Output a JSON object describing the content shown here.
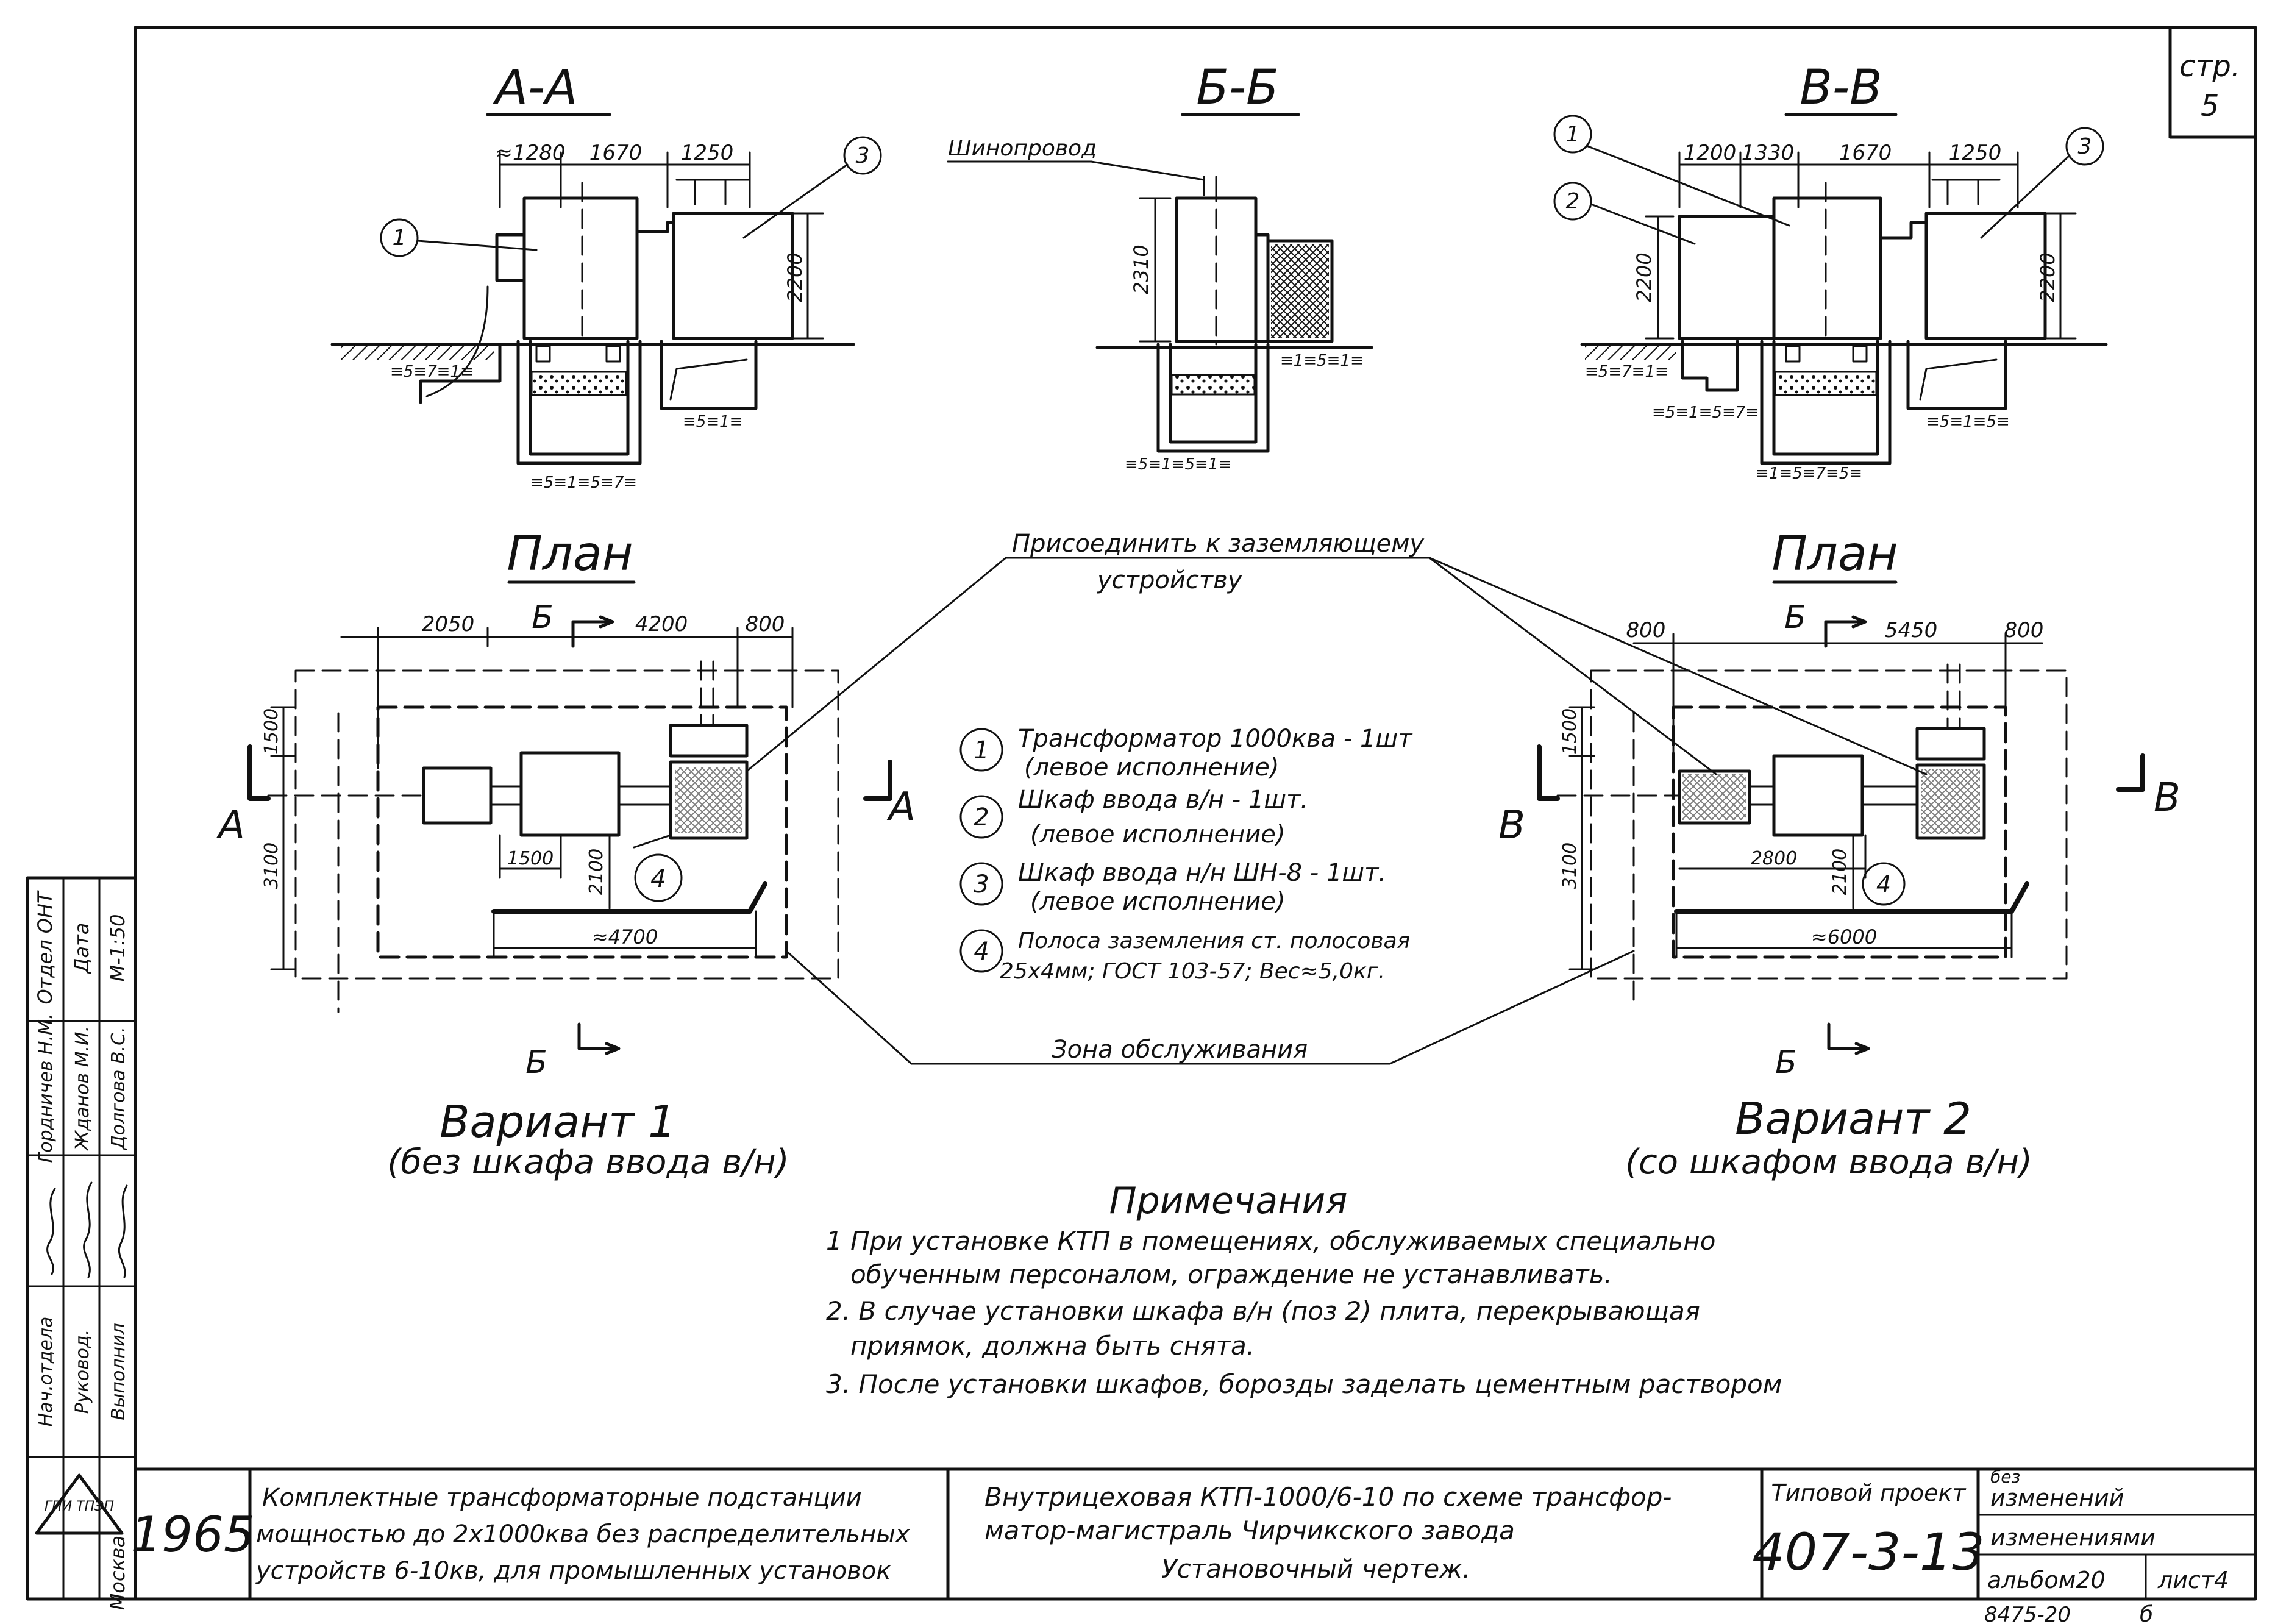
{
  "sheet": {
    "page_label": "стр.",
    "page_number": "5"
  },
  "sections": {
    "a_a": {
      "title": "А-А",
      "dims": [
        "≈1280",
        "1670",
        "1250",
        "2200"
      ]
    },
    "b_b": {
      "title": "Б-Б",
      "busway_label": "Шинопровод",
      "dims": [
        "2310"
      ]
    },
    "v_v": {
      "title": "В-В",
      "dims": [
        "1200",
        "1330",
        "1670",
        "1250",
        "2200",
        "2200"
      ]
    }
  },
  "plan1": {
    "title": "План",
    "dims": [
      "2050",
      "4200",
      "800",
      "1500",
      "3100",
      "1500",
      "2100",
      "≈4700"
    ],
    "cut_top": "Б",
    "cut_bottom": "Б",
    "cut_left": "А",
    "cut_right": "А",
    "variant": "Вариант 1",
    "variant_sub": "(без шкафа ввода в/н)"
  },
  "plan2": {
    "title": "План",
    "dims": [
      "800",
      "5450",
      "800",
      "1500",
      "3100",
      "2800",
      "2100",
      "≈6000"
    ],
    "cut_top": "Б",
    "cut_bottom": "Б",
    "cut_left": "В",
    "cut_right": "В",
    "variant": "Вариант 2",
    "variant_sub": "(со шкафом ввода в/н)"
  },
  "callouts": {
    "ground_line1": "Присоединить к заземляющему",
    "ground_line2": "устройству",
    "service_zone": "Зона обслуживания"
  },
  "legend": [
    {
      "num": "1",
      "line1": "Трансформатор 1000ква - 1шт",
      "line2": "(левое исполнение)"
    },
    {
      "num": "2",
      "line1": "Шкаф ввода в/н - 1шт.",
      "line2": "(левое исполнение)"
    },
    {
      "num": "3",
      "line1": "Шкаф ввода н/н ШН-8 - 1шт.",
      "line2": "(левое исполнение)"
    },
    {
      "num": "4",
      "line1": "Полоса заземления ст. полосовая",
      "line2": "25х4мм; ГОСТ 103-57; Вес≈5,0кг."
    }
  ],
  "notes": {
    "title": "Примечания",
    "lines": [
      "1 При установке КТП в помещениях, обслуживаемых специально",
      "обученным персоналом, ограждение не устанавливать.",
      "2. В случае установки шкафа в/н (поз 2) плита, перекрывающая",
      "приямок, должна быть снята.",
      "3. После установки шкафов, борозды заделать цементным раствором"
    ]
  },
  "side_stamp": {
    "roles": [
      "Нач.отдела",
      "Руковод.",
      "Выполнил"
    ],
    "names": [
      "Гордничев Н.М.",
      "Жданов М.И.",
      "Долгова В.С."
    ],
    "fields": [
      "Отдел ОНТ",
      "Дата",
      "М-1:50"
    ]
  },
  "title_block": {
    "org": "Москва",
    "logo_text": "ГПИ ТПЭП",
    "year": "1965",
    "series_line1": "Комплектные трансформаторные подстанции",
    "series_line2": "мощностью до 2х1000ква без распределительных",
    "series_line3": "устройств 6-10кв, для промышленных установок",
    "title_line1": "Внутрицеховая КТП-1000/6-10 по схеме трансфор-",
    "title_line2": "матор-магистраль Чирчикского завода",
    "title_line3": "Установочный чертеж.",
    "project_label": "Типовой проект",
    "project_number": "407-3-13",
    "change_label1": "без",
    "change_label2": "изменений",
    "change_label3": "изменениями",
    "album": "альбом20",
    "sheet": "лист4",
    "inventory": "8475-20",
    "corner": "б"
  }
}
